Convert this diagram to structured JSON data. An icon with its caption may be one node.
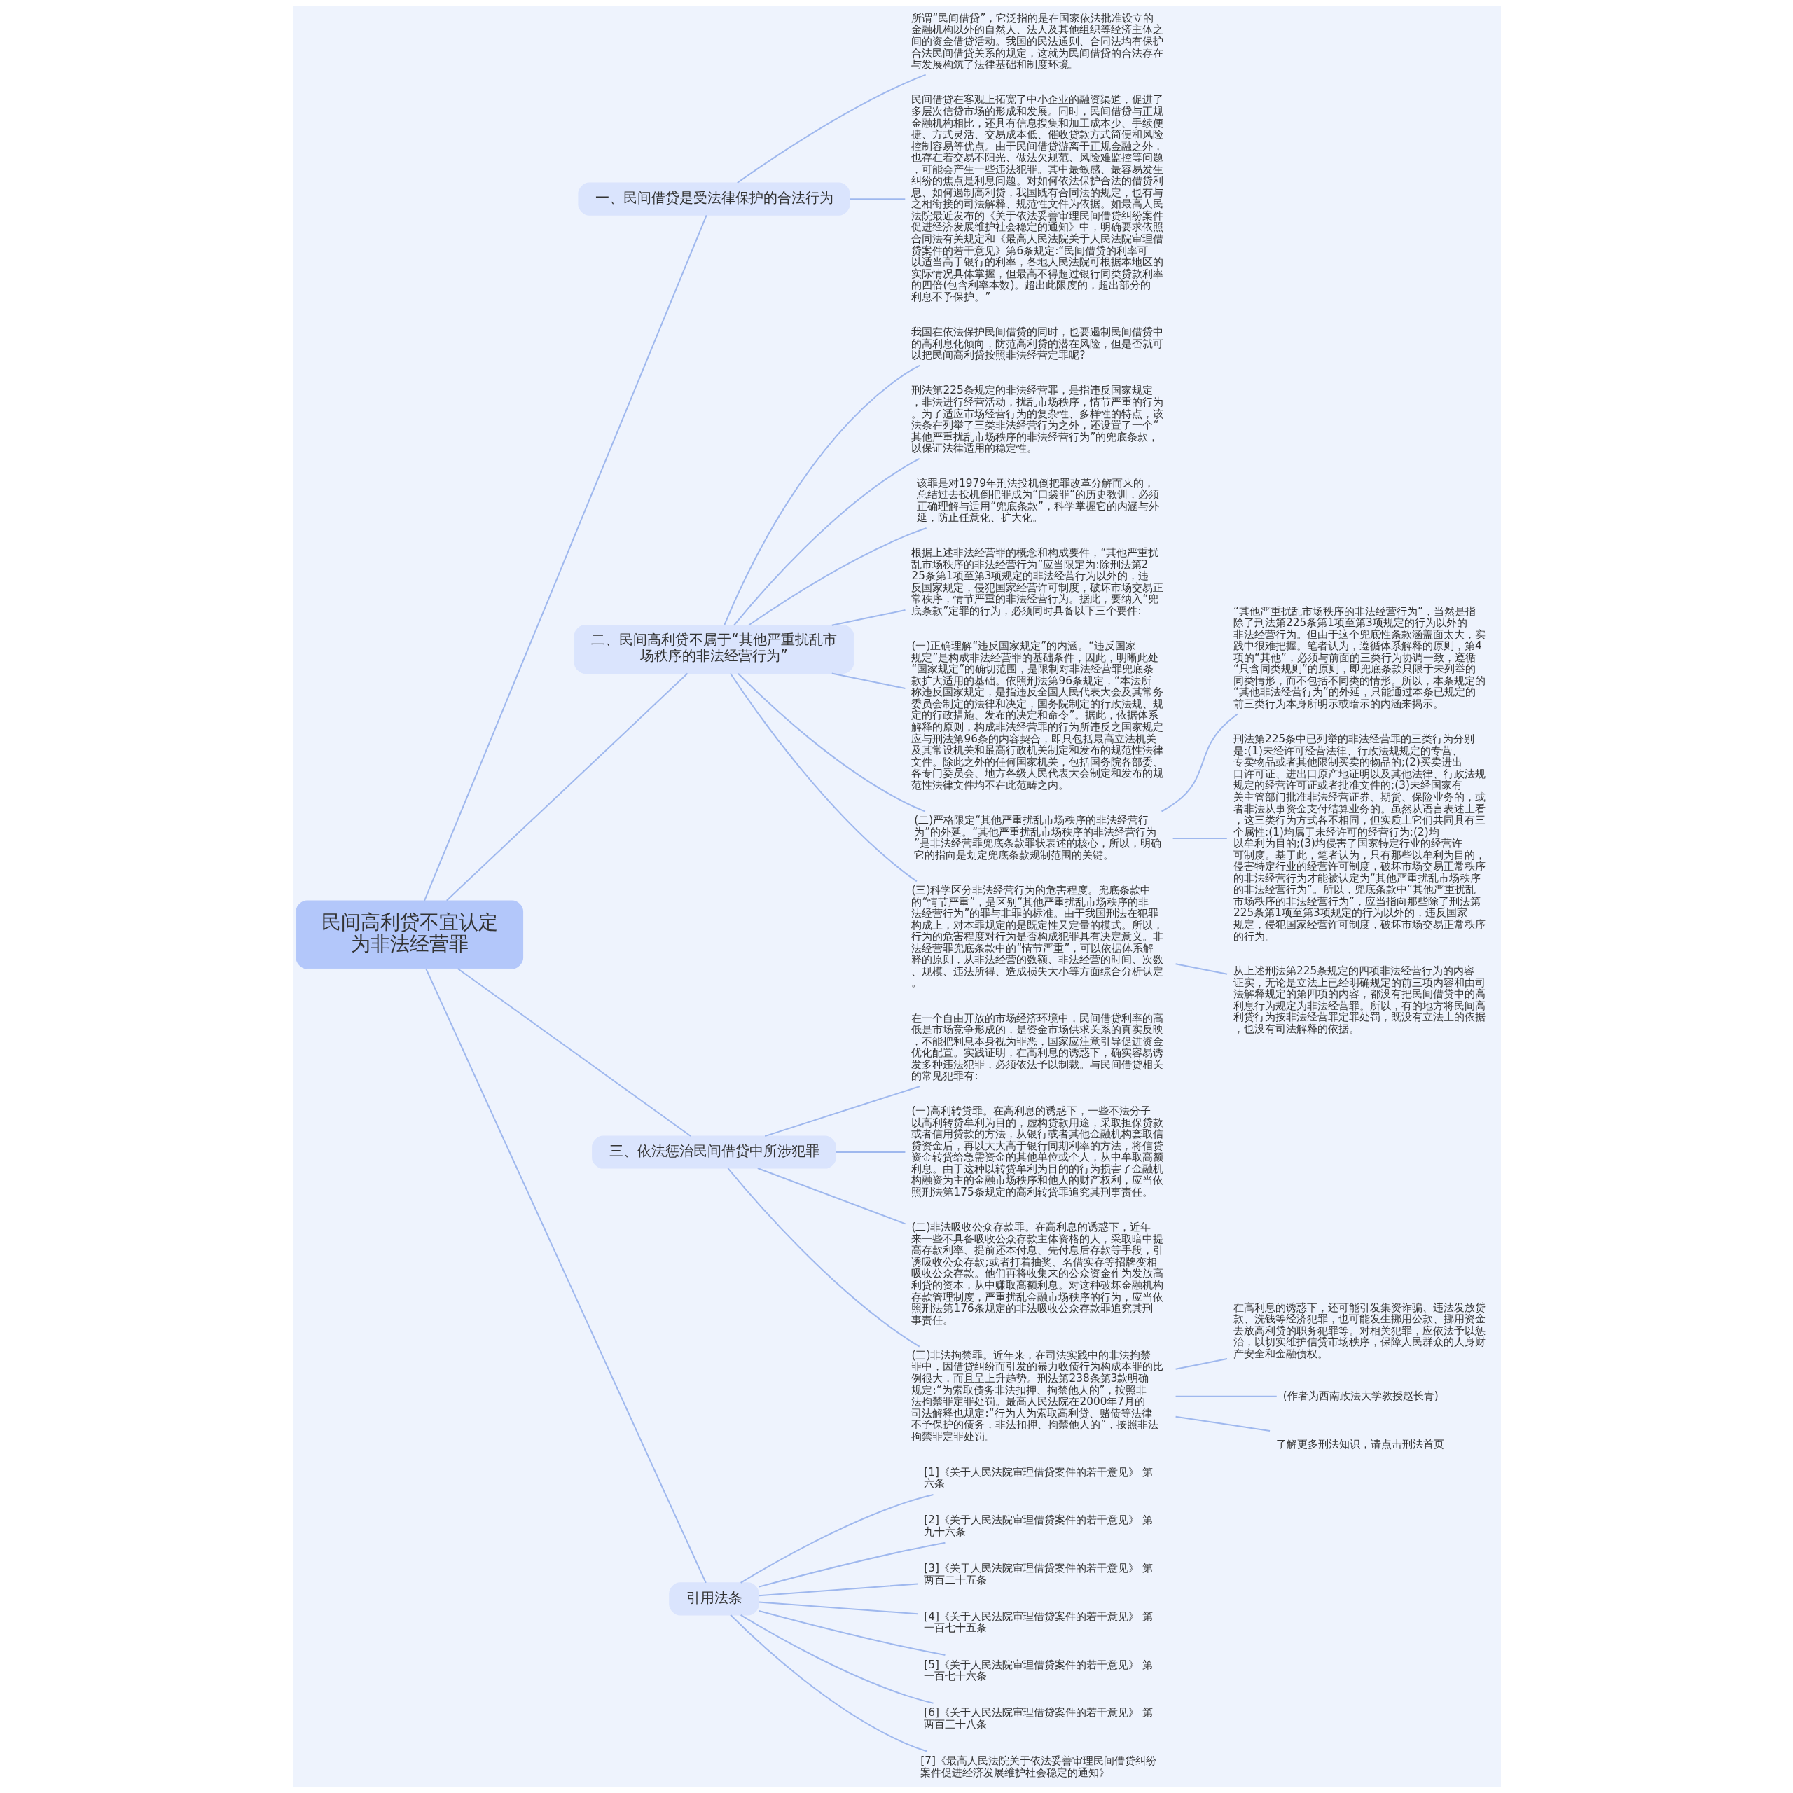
{
  "diagram": {
    "nodes": [
      {
        "text": [
          "民间高利贷不宜认定为非法经营罪"
        ]
      },
      {
        "text": [
          "一、民间借贷是受法律保护的合法行为"
        ]
      },
      {
        "text": [
          "所谓“民间借贷”，它泛指的是在国家依法批准设立的金融机构以外的自然人、法人及其他组织等经济主体之间的资金借贷活动。我国的民法通则、合同法均有保护合法民间借贷关系的规定，这就为民间借贷的合法存在与发展构筑了法律基础和制度环境。"
        ]
      },
      {
        "text": [
          "民间借贷在客观上拓宽了中小企业的融资渠道，促进了多层次信贷市场的形成和发展。同时，民间借贷与正规金融机构相比，还具有信息搜集和加工成本少、手续便捷、方式灵活、交易成本低、催收贷款方式简便和风险控制容易等优点。由于民间借贷游离于正规金融之外，也存在着交易不阳光、做法欠规范、风险难监控等问题，可能会产生一些违法犯罪。其中最敏感、最容易发生纠纷的焦点是利息问题。对如何依法保护合法的借贷利息、如何遏制高利贷，我国既有合同法的规定，也有与之相衔接的司法解释、规范性文件为依据。如最高人民法院最近发布的《关于依法妥善审理民间借贷纠纷案件促进经济发展维护社会稳定的通知》中，明确要求依照合同法有关规定和《最高人民法院关于人民法院审理借贷案件的若干意见》第6条规定:“民间借贷的利率可以适当高于银行的利率，各地人民法院可根据本地区的实际情况具体掌握，但最高不得超过银行同类贷款利率的四倍(包含利率本数)。超出此限度的，超出部分的利息不予保护。”"
        ]
      },
      {
        "text": [
          "二、民间高利贷不属于“其他严重扰乱市场秩序的非法经营行为”"
        ]
      },
      {
        "text": [
          "我国在依法保护民间借贷的同时，也要遏制民间借贷中的高利息化倾向，防范高利贷的潜在风险，但是否就可以把民间高利贷按照非法经营定罪呢?"
        ]
      },
      {
        "text": [
          "刑法第225条规定的非法经营罪，是指违反国家规定，非法进行经营活动，扰乱市场秩序，情节严重的行为。为了适应市场经营行为的复杂性、多样性的特点，该法条在列举了三类非法经营行为之外，还设置了一个“其他严重扰乱市场秩序的非法经营行为”的兜底条款，以保证法律适用的稳定性。"
        ]
      },
      {
        "text": [
          "该罪是对1979年刑法投机倒把罪改革分解而来的，总结过去投机倒把罪成为“口袋罪”的历史教训，必须正确理解与适用“兜底条款”，科学掌握它的内涵与外延，防止任意化、扩大化。"
        ]
      },
      {
        "text": [
          "根据上述非法经营罪的概念和构成要件，“其他严重扰乱市场秩序的非法经营行为”应当限定为:除刑法第225条第1项至第3项规定的非法经营行为以外的，违反国家规定，侵犯国家经营许可制度，破坏市场交易正常秩序，情节严重的非法经营行为。据此，要纳入“兜底条款”定罪的行为，必须同时具备以下三个要件:"
        ]
      },
      {
        "text": [
          "(一)正确理解“违反国家规定”的内涵。“违反国家规定”是构成非法经营罪的基础条件，因此，明晰此处“国家规定”的确切范围，是限制对非法经营罪兜底条款扩大适用的基础。依照刑法第96条规定，“本法所称违反国家规定，是指违反全国人民代表大会及其常务委员会制定的法律和决定，国务院制定的行政法规、规定的行政措施、发布的决定和命令”。据此，依据体系解释的原则，构成非法经营罪的行为所违反之国家规定应与刑法第96条的内容契合，即只包括最高立法机关及其常设机关和最高行政机关制定和发布的规范性法律文件。除此之外的任何国家机关，包括国务院各部委、各专门委员会、地方各级人民代表大会制定和发布的规范性法律文件均不在此范畴之内。"
        ]
      },
      {
        "text": [
          "(二)严格限定“其他严重扰乱市场秩序的非法经营行为”的外延。“其他严重扰乱市场秩序的非法经营行为”是非法经营罪兜底条款罪状表述的核心，所以，明确它的指向是划定兜底条款规制范围的关键。"
        ]
      },
      {
        "text": [
          "“其他严重扰乱市场秩序的非法经营行为”，当然是指除了刑法第225条第1项至第3项规定的行为以外的非法经营行为。但由于这个兜底性条款涵盖面太大，实践中很难把握。笔者认为，遵循体系解释的原则，第4项的“其他”，必须与前面的三类行为协调一致，遵循“只含同类规则”的原则，即兜底条款只限于未列举的同类情形，而不包括不同类的情形。所以，本条规定的“其他非法经营行为”的外延，只能通过本条已规定的前三类行为本身所明示或暗示的内涵来揭示。"
        ]
      },
      {
        "text": [
          "刑法第225条中已列举的非法经营罪的三类行为分别是:(1)未经许可经营法律、行政法规规定的专营、专卖物品或者其他限制买卖的物品的;(2)买卖进出口许可证、进出口原产地证明以及其他法律、行政法规规定的经营许可证或者批准文件的;(3)未经国家有关主管部门批准非法经营证券、期货、保险业务的，或者非法从事资金支付结算业务的。虽然从语言表述上看，这三类行为方式各不相同，但实质上它们共同具有三个属性:(1)均属于未经许可的经营行为;(2)均以牟利为目的;(3)均侵害了国家特定行业的经营许可制度。基于此，笔者认为，只有那些以牟利为目的，侵害特定行业的经营许可制度，破坏市场交易正常秩序的非法经营行为才能被认定为“其他严重扰乱市场秩序的非法经营行为”。所以，兜底条款中“其他严重扰乱市场秩序的非法经营行为”，应当指向那些除了刑法第225条第1项至第3项规定的行为以外的，违反国家规定，侵犯国家经营许可制度，破坏市场交易正常秩序的行为。"
        ]
      },
      {
        "text": [
          "(三)科学区分非法经营行为的危害程度。兜底条款中的“情节严重”，是区别“其他严重扰乱市场秩序的非法经营行为”的罪与非罪的标准。由于我国刑法在犯罪构成上，对本罪规定的是既定性又定量的模式。所以，行为的危害程度对行为是否构成犯罪具有决定意义。非法经营罪兜底条款中的“情节严重”，可以依据体系解释的原则，从非法经营的数额、非法经营的时间、次数、规模、违法所得、造成损失大小等方面综合分析认定。"
        ]
      },
      {
        "text": [
          "从上述刑法第225条规定的四项非法经营行为的内容证实，无论是立法上已经明确规定的前三项内容和由司法解释规定的第四项的内容，都没有把民间借贷中的高利息行为规定为非法经营罪。所以，有的地方将民间高利贷行为按非法经营罪定罪处罚，既没有立法上的依据，也没有司法解释的依据。"
        ]
      },
      {
        "text": [
          "三、依法惩治民间借贷中所涉犯罪"
        ]
      },
      {
        "text": [
          "在一个自由开放的市场经济环境中，民间借贷利率的高低是市场竞争形成的，是资金市场供求关系的真实反映，不能把利息本身视为罪恶，国家应注意引导促进资金优化配置。实践证明，在高利息的诱惑下，确实容易诱发多种违法犯罪，必须依法予以制裁。与民间借贷相关的常见犯罪有:"
        ]
      },
      {
        "text": [
          "(一)高利转贷罪。在高利息的诱惑下，一些不法分子以高利转贷牟利为目的，虚构贷款用途，采取担保贷款或者信用贷款的方法，从银行或者其他金融机构套取信贷资金后，再以大大高于银行同期利率的方法，将信贷资金转贷给急需资金的其他单位或个人，从中牟取高额利息。由于这种以转贷牟利为目的的行为损害了金融机构融资为主的金融市场秩序和他人的财产权利，应当依照刑法第175条规定的高利转贷罪追究其刑事责任。"
        ]
      },
      {
        "text": [
          "(二)非法吸收公众存款罪。在高利息的诱惑下，近年来一些不具备吸收公众存款主体资格的人，采取暗中提高存款利率、提前还本付息、先付息后存款等手段，引诱吸收公众存款;或者打着抽奖、名借实存等招牌变相吸收公众存款。他们再将收集来的公众资金作为发放高利贷的资本，从中赚取高额利息。对这种破坏金融机构存款管理制度，严重扰乱金融市场秩序的行为，应当依照刑法第176条规定的非法吸收公众存款罪追究其刑事责任。"
        ]
      },
      {
        "text": [
          "(三)非法拘禁罪。近年来，在司法实践中的非法拘禁罪中，因借贷纠纷而引发的暴力收债行为构成本罪的比例很大，而且呈上升趋势。刑法第238条第3款明确规定:“为索取债务非法扣押、拘禁他人的”，按照非法拘禁罪定罪处罚。最高人民法院在2000年7月的司法解释也规定:“行为人为索取高利贷、赌债等法律不予保护的债务，非法扣押、拘禁他人的”，按照非法拘禁罪定罪处罚。"
        ]
      },
      {
        "text": [
          "在高利息的诱惑下，还可能引发集资诈骗、违法发放贷款、洗钱等经济犯罪，也可能发生挪用公款、挪用资金去放高利贷的职务犯罪等。对相关犯罪，应依法予以惩治，以切实维护信贷市场秩序，保障人民群众的人身财产安全和金融债权。"
        ]
      },
      {
        "text": [
          "(作者为西南政法大学教授赵长青)"
        ]
      },
      {
        "text": [
          "了解更多刑法知识，请点击刑法首页"
        ]
      },
      {
        "text": [
          "引用法条"
        ]
      },
      {
        "text": [
          "[1]《关于人民法院审理借贷案件的若干意见》 第六条"
        ]
      },
      {
        "text": [
          "[2]《关于人民法院审理借贷案件的若干意见》 第九十六条"
        ]
      },
      {
        "text": [
          "[3]《关于人民法院审理借贷案件的若干意见》 第两百二十五条"
        ]
      },
      {
        "text": [
          "[4]《关于人民法院审理借贷案件的若干意见》 第一百七十五条"
        ]
      },
      {
        "text": [
          "[5]《关于人民法院审理借贷案件的若干意见》 第一百七十六条"
        ]
      },
      {
        "text": [
          "[6]《关于人民法院审理借贷案件的若干意见》 第两百三十八条"
        ]
      },
      {
        "text": [
          "[7]《最高人民法院关于依法妥善审理民间借贷纠纷案件促进经济发展维护社会稳定的通知》"
        ]
      }
    ],
    "edges": [
      {
        "from": 0,
        "to": 1,
        "arrow": "none"
      },
      {
        "from": 1,
        "to": 2,
        "arrow": "none"
      },
      {
        "from": 1,
        "to": 3,
        "arrow": "none"
      },
      {
        "from": 0,
        "to": 4,
        "arrow": "none"
      },
      {
        "from": 4,
        "to": 5,
        "arrow": "none"
      },
      {
        "from": 4,
        "to": 6,
        "arrow": "none"
      },
      {
        "from": 4,
        "to": 7,
        "arrow": "none"
      },
      {
        "from": 4,
        "to": 8,
        "arrow": "none"
      },
      {
        "from": 4,
        "to": 9,
        "arrow": "none"
      },
      {
        "from": 4,
        "to": 10,
        "arrow": "none"
      },
      {
        "from": 10,
        "to": 11,
        "arrow": "none"
      },
      {
        "from": 10,
        "to": 12,
        "arrow": "none"
      },
      {
        "from": 4,
        "to": 13,
        "arrow": "none"
      },
      {
        "from": 13,
        "to": 14,
        "arrow": "none"
      },
      {
        "from": 0,
        "to": 15,
        "arrow": "none"
      },
      {
        "from": 15,
        "to": 16,
        "arrow": "none"
      },
      {
        "from": 15,
        "to": 17,
        "arrow": "none"
      },
      {
        "from": 15,
        "to": 18,
        "arrow": "none"
      },
      {
        "from": 15,
        "to": 19,
        "arrow": "none"
      },
      {
        "from": 19,
        "to": 20,
        "arrow": "none"
      },
      {
        "from": 19,
        "to": 21,
        "arrow": "none"
      },
      {
        "from": 19,
        "to": 22,
        "arrow": "none"
      },
      {
        "from": 0,
        "to": 23,
        "arrow": "none"
      },
      {
        "from": 23,
        "to": 24,
        "arrow": "none"
      },
      {
        "from": 23,
        "to": 25,
        "arrow": "none"
      },
      {
        "from": 23,
        "to": 26,
        "arrow": "none"
      },
      {
        "from": 23,
        "to": 27,
        "arrow": "none"
      },
      {
        "from": 23,
        "to": 28,
        "arrow": "none"
      },
      {
        "from": 23,
        "to": 29,
        "arrow": "none"
      },
      {
        "from": 23,
        "to": 30,
        "arrow": "none"
      }
    ]
  }
}
